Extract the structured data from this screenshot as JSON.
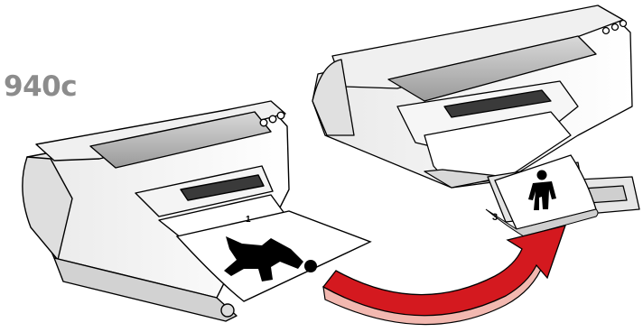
{
  "model_label": "940c",
  "tray_numbers": {
    "first": "1",
    "second": "3"
  },
  "printers": [
    {
      "name": "printer-output-tray-out",
      "paper_figure": "lying-figure-icon"
    },
    {
      "name": "printer-output-tray-in",
      "paper_figure": "standing-figure-icon"
    }
  ],
  "arrow": {
    "icon": "curved-arrow-icon",
    "color": "#d4191f",
    "shadow": "#f2b8b0"
  },
  "colors": {
    "body": "#f2f2f2",
    "outline": "#000000",
    "lid": "#b8b8b8",
    "figure": "#000000"
  }
}
